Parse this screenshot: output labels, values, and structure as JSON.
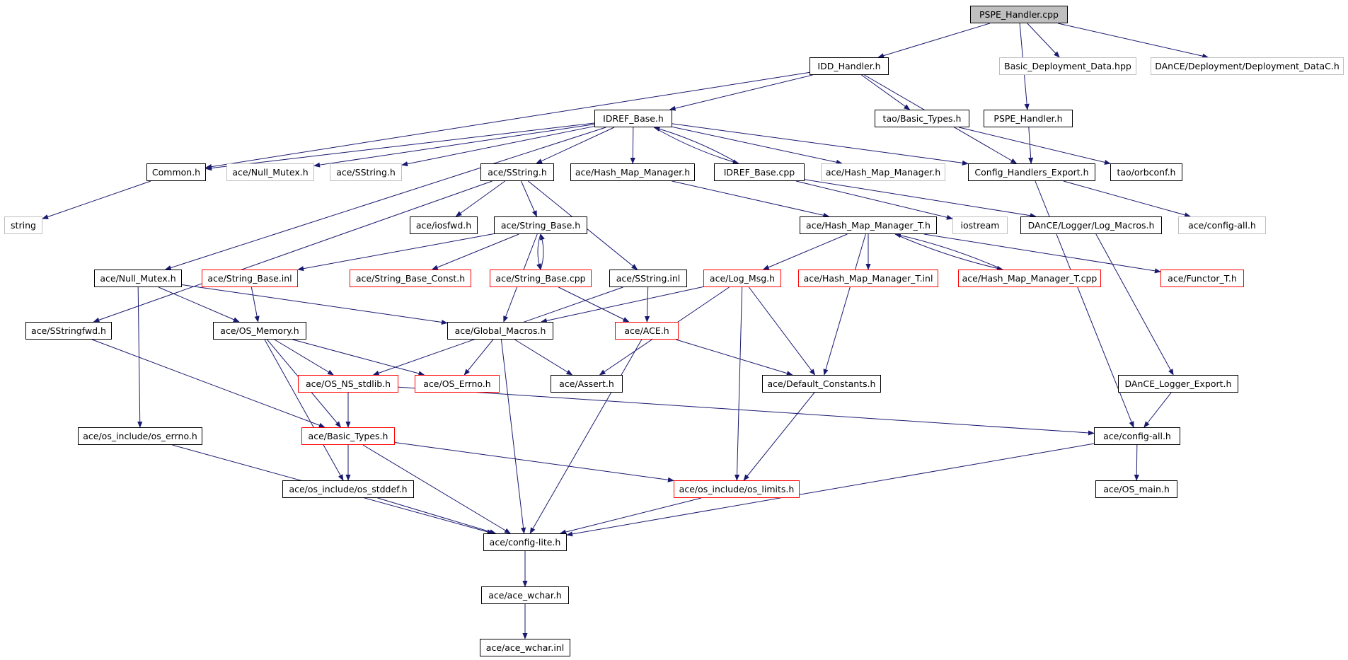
{
  "graph": {
    "colors": {
      "edge": "#191970",
      "default_border": "#000000",
      "missing_border": "#bfbfbf",
      "truncated_border": "#ff0000",
      "root_fill": "#bfbfbf"
    },
    "nodes": {
      "pspe_handler_cpp": {
        "label": "PSPE_Handler.cpp",
        "kind": "root"
      },
      "idd_handler_h": {
        "label": "IDD_Handler.h",
        "kind": "default"
      },
      "basic_deployment_data_hpp": {
        "label": "Basic_Deployment_Data.hpp",
        "kind": "missing"
      },
      "deployment_datac_h": {
        "label": "DAnCE/Deployment/Deployment_DataC.h",
        "kind": "missing"
      },
      "idref_base_h": {
        "label": "IDREF_Base.h",
        "kind": "default"
      },
      "tao_basic_types_h": {
        "label": "tao/Basic_Types.h",
        "kind": "default"
      },
      "pspe_handler_h": {
        "label": "PSPE_Handler.h",
        "kind": "default"
      },
      "common_h": {
        "label": "Common.h",
        "kind": "default"
      },
      "ace_null_mutex_h_missing": {
        "label": "ace/Null_Mutex.h",
        "kind": "missing"
      },
      "ace_sstring_h_missing": {
        "label": "ace/SString.h",
        "kind": "missing"
      },
      "ace_sstring_h": {
        "label": "ace/SString.h",
        "kind": "default"
      },
      "ace_hash_map_manager_h": {
        "label": "ace/Hash_Map_Manager.h",
        "kind": "default"
      },
      "idref_base_cpp": {
        "label": "IDREF_Base.cpp",
        "kind": "default"
      },
      "ace_hash_map_manager_h_missing": {
        "label": "ace/Hash_Map_Manager.h",
        "kind": "missing"
      },
      "config_handlers_export_h": {
        "label": "Config_Handlers_Export.h",
        "kind": "default"
      },
      "tao_orbconf_h": {
        "label": "tao/orbconf.h",
        "kind": "default"
      },
      "string": {
        "label": "string",
        "kind": "missing"
      },
      "ace_iosfwd_h": {
        "label": "ace/iosfwd.h",
        "kind": "default"
      },
      "ace_string_base_h": {
        "label": "ace/String_Base.h",
        "kind": "default"
      },
      "ace_hash_map_manager_t_h": {
        "label": "ace/Hash_Map_Manager_T.h",
        "kind": "default"
      },
      "iostream": {
        "label": "iostream",
        "kind": "missing"
      },
      "log_macros_h": {
        "label": "DAnCE/Logger/Log_Macros.h",
        "kind": "default"
      },
      "ace_config_all_h_missing": {
        "label": "ace/config-all.h",
        "kind": "missing"
      },
      "ace_null_mutex_h": {
        "label": "ace/Null_Mutex.h",
        "kind": "default"
      },
      "ace_string_base_inl": {
        "label": "ace/String_Base.inl",
        "kind": "truncated"
      },
      "ace_string_base_const_h": {
        "label": "ace/String_Base_Const.h",
        "kind": "truncated"
      },
      "ace_string_base_cpp": {
        "label": "ace/String_Base.cpp",
        "kind": "truncated"
      },
      "ace_sstring_inl": {
        "label": "ace/SString.inl",
        "kind": "default"
      },
      "ace_log_msg_h": {
        "label": "ace/Log_Msg.h",
        "kind": "truncated"
      },
      "ace_hash_map_manager_t_inl": {
        "label": "ace/Hash_Map_Manager_T.inl",
        "kind": "truncated"
      },
      "ace_hash_map_manager_t_cpp": {
        "label": "ace/Hash_Map_Manager_T.cpp",
        "kind": "truncated"
      },
      "ace_functor_t_h": {
        "label": "ace/Functor_T.h",
        "kind": "truncated"
      },
      "ace_sstringfwd_h": {
        "label": "ace/SStringfwd.h",
        "kind": "default"
      },
      "ace_os_memory_h": {
        "label": "ace/OS_Memory.h",
        "kind": "default"
      },
      "ace_global_macros_h": {
        "label": "ace/Global_Macros.h",
        "kind": "default"
      },
      "ace_ace_h": {
        "label": "ace/ACE.h",
        "kind": "truncated"
      },
      "ace_os_ns_stdlib_h": {
        "label": "ace/OS_NS_stdlib.h",
        "kind": "truncated"
      },
      "ace_os_errno_h": {
        "label": "ace/OS_Errno.h",
        "kind": "truncated"
      },
      "ace_assert_h": {
        "label": "ace/Assert.h",
        "kind": "default"
      },
      "ace_default_constants_h": {
        "label": "ace/Default_Constants.h",
        "kind": "default"
      },
      "dance_logger_export_h": {
        "label": "DAnCE_Logger_Export.h",
        "kind": "default"
      },
      "ace_os_include_os_errno_h": {
        "label": "ace/os_include/os_errno.h",
        "kind": "default"
      },
      "ace_basic_types_h": {
        "label": "ace/Basic_Types.h",
        "kind": "truncated"
      },
      "ace_config_all_h": {
        "label": "ace/config-all.h",
        "kind": "default"
      },
      "ace_os_include_os_stddef_h": {
        "label": "ace/os_include/os_stddef.h",
        "kind": "default"
      },
      "ace_os_include_os_limits_h": {
        "label": "ace/os_include/os_limits.h",
        "kind": "truncated"
      },
      "ace_os_main_h": {
        "label": "ace/OS_main.h",
        "kind": "default"
      },
      "ace_config_lite_h": {
        "label": "ace/config-lite.h",
        "kind": "default"
      },
      "ace_ace_wchar_h": {
        "label": "ace/ace_wchar.h",
        "kind": "default"
      },
      "ace_ace_wchar_inl": {
        "label": "ace/ace_wchar.inl",
        "kind": "default"
      }
    },
    "edges": [
      [
        "pspe_handler_cpp",
        "idd_handler_h"
      ],
      [
        "pspe_handler_cpp",
        "basic_deployment_data_hpp"
      ],
      [
        "pspe_handler_cpp",
        "deployment_datac_h"
      ],
      [
        "pspe_handler_cpp",
        "pspe_handler_h"
      ],
      [
        "idd_handler_h",
        "idref_base_h"
      ],
      [
        "idd_handler_h",
        "common_h"
      ],
      [
        "idd_handler_h",
        "tao_basic_types_h"
      ],
      [
        "idd_handler_h",
        "config_handlers_export_h"
      ],
      [
        "pspe_handler_h",
        "config_handlers_export_h"
      ],
      [
        "tao_basic_types_h",
        "tao_orbconf_h"
      ],
      [
        "idref_base_h",
        "common_h"
      ],
      [
        "idref_base_h",
        "ace_null_mutex_h_missing"
      ],
      [
        "idref_base_h",
        "ace_sstring_h_missing"
      ],
      [
        "idref_base_h",
        "ace_sstring_h"
      ],
      [
        "idref_base_h",
        "ace_hash_map_manager_h"
      ],
      [
        "idref_base_h",
        "idref_base_cpp"
      ],
      [
        "idref_base_h",
        "ace_hash_map_manager_h_missing"
      ],
      [
        "idref_base_h",
        "config_handlers_export_h"
      ],
      [
        "idref_base_h",
        "ace_null_mutex_h"
      ],
      [
        "idref_base_cpp",
        "idref_base_h"
      ],
      [
        "idref_base_cpp",
        "iostream"
      ],
      [
        "idref_base_cpp",
        "log_macros_h"
      ],
      [
        "common_h",
        "string"
      ],
      [
        "config_handlers_export_h",
        "ace_config_all_h_missing"
      ],
      [
        "config_handlers_export_h",
        "ace_config_all_h"
      ],
      [
        "ace_hash_map_manager_h",
        "ace_hash_map_manager_t_h"
      ],
      [
        "ace_sstring_h",
        "ace_iosfwd_h"
      ],
      [
        "ace_sstring_h",
        "ace_string_base_h"
      ],
      [
        "ace_sstring_h",
        "ace_sstring_inl"
      ],
      [
        "ace_sstring_h",
        "ace_sstringfwd_h"
      ],
      [
        "ace_string_base_h",
        "ace_string_base_inl"
      ],
      [
        "ace_string_base_h",
        "ace_string_base_const_h"
      ],
      [
        "ace_string_base_h",
        "ace_string_base_cpp"
      ],
      [
        "ace_string_base_h",
        "ace_global_macros_h"
      ],
      [
        "ace_string_base_cpp",
        "ace_string_base_h"
      ],
      [
        "ace_string_base_cpp",
        "ace_ace_h"
      ],
      [
        "ace_string_base_inl",
        "ace_os_memory_h"
      ],
      [
        "ace_sstring_inl",
        "ace_ace_h"
      ],
      [
        "ace_sstring_inl",
        "ace_os_ns_stdlib_h"
      ],
      [
        "ace_hash_map_manager_t_h",
        "ace_log_msg_h"
      ],
      [
        "ace_hash_map_manager_t_h",
        "ace_hash_map_manager_t_inl"
      ],
      [
        "ace_hash_map_manager_t_h",
        "ace_hash_map_manager_t_cpp"
      ],
      [
        "ace_hash_map_manager_t_h",
        "ace_functor_t_h"
      ],
      [
        "ace_hash_map_manager_t_h",
        "ace_default_constants_h"
      ],
      [
        "ace_hash_map_manager_t_cpp",
        "ace_hash_map_manager_t_h"
      ],
      [
        "log_macros_h",
        "dance_logger_export_h"
      ],
      [
        "dance_logger_export_h",
        "ace_config_all_h"
      ],
      [
        "ace_null_mutex_h",
        "ace_os_memory_h"
      ],
      [
        "ace_null_mutex_h",
        "ace_global_macros_h"
      ],
      [
        "ace_null_mutex_h",
        "ace_os_include_os_errno_h"
      ],
      [
        "ace_log_msg_h",
        "ace_global_macros_h"
      ],
      [
        "ace_log_msg_h",
        "ace_default_constants_h"
      ],
      [
        "ace_log_msg_h",
        "ace_os_include_os_limits_h"
      ],
      [
        "ace_log_msg_h",
        "ace_assert_h"
      ],
      [
        "ace_sstringfwd_h",
        "ace_basic_types_h"
      ],
      [
        "ace_os_memory_h",
        "ace_os_ns_stdlib_h"
      ],
      [
        "ace_os_memory_h",
        "ace_os_errno_h"
      ],
      [
        "ace_os_memory_h",
        "ace_basic_types_h"
      ],
      [
        "ace_os_memory_h",
        "ace_os_include_os_stddef_h"
      ],
      [
        "ace_global_macros_h",
        "ace_os_errno_h"
      ],
      [
        "ace_global_macros_h",
        "ace_assert_h"
      ],
      [
        "ace_global_macros_h",
        "ace_config_lite_h"
      ],
      [
        "ace_ace_h",
        "ace_default_constants_h"
      ],
      [
        "ace_ace_h",
        "ace_config_lite_h"
      ],
      [
        "ace_os_ns_stdlib_h",
        "ace_basic_types_h"
      ],
      [
        "ace_os_ns_stdlib_h",
        "ace_config_all_h"
      ],
      [
        "ace_default_constants_h",
        "ace_os_include_os_limits_h"
      ],
      [
        "ace_basic_types_h",
        "ace_os_include_os_stddef_h"
      ],
      [
        "ace_basic_types_h",
        "ace_os_include_os_limits_h"
      ],
      [
        "ace_basic_types_h",
        "ace_config_lite_h"
      ],
      [
        "ace_os_include_os_errno_h",
        "ace_config_lite_h"
      ],
      [
        "ace_os_include_os_stddef_h",
        "ace_config_lite_h"
      ],
      [
        "ace_os_include_os_limits_h",
        "ace_config_lite_h"
      ],
      [
        "ace_config_all_h",
        "ace_os_main_h"
      ],
      [
        "ace_config_all_h",
        "ace_config_lite_h"
      ],
      [
        "ace_config_lite_h",
        "ace_ace_wchar_h"
      ],
      [
        "ace_ace_wchar_h",
        "ace_ace_wchar_inl"
      ]
    ]
  }
}
